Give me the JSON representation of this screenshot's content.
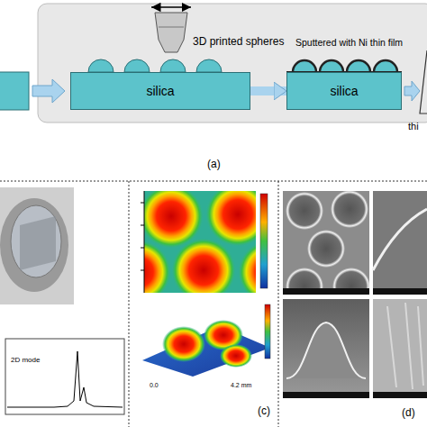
{
  "diagram": {
    "nodes": [
      {
        "text": [
          "silica"
        ]
      },
      {
        "text": [
          "silica"
        ]
      }
    ],
    "edges": [
      {
        "from": 0,
        "to": 1,
        "arrow": "to"
      }
    ],
    "labels": [
      "3D printed spheres",
      "Sputtered with Ni thin film",
      "thi",
      "(a)",
      "2D mode",
      "0.0",
      "4.2 mm",
      "(c)",
      "(d)"
    ]
  }
}
